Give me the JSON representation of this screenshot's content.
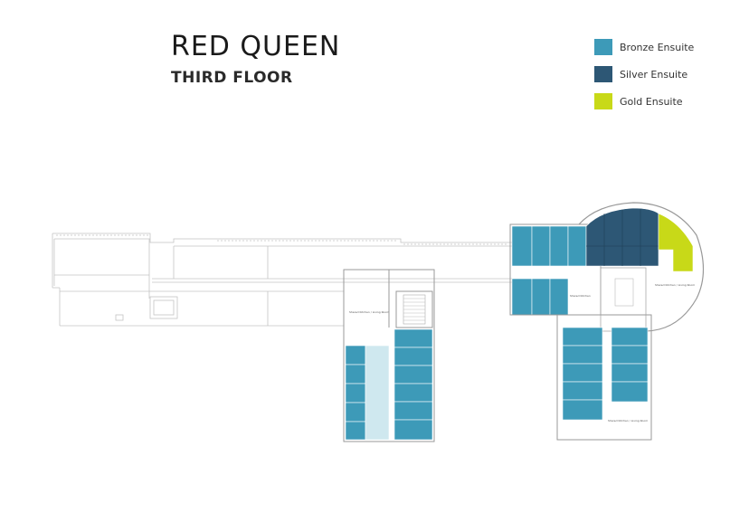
{
  "header": {
    "title": "RED QUEEN",
    "subtitle": "THIRD FLOOR"
  },
  "legend": {
    "items": [
      {
        "label": "Bronze Ensuite",
        "color": "#3d9ab8"
      },
      {
        "label": "Silver Ensuite",
        "color": "#2d5775"
      },
      {
        "label": "Gold Ensuite",
        "color": "#c8d918"
      }
    ]
  },
  "common_areas": {
    "west_kitchen": "Shared Kitchen / Living Room",
    "centre_kitchen": "Shared Kitchen",
    "east_kitchen": "Shared Kitchen / Living Room",
    "south_kitchen": "Shared Kitchen / Living Room"
  }
}
